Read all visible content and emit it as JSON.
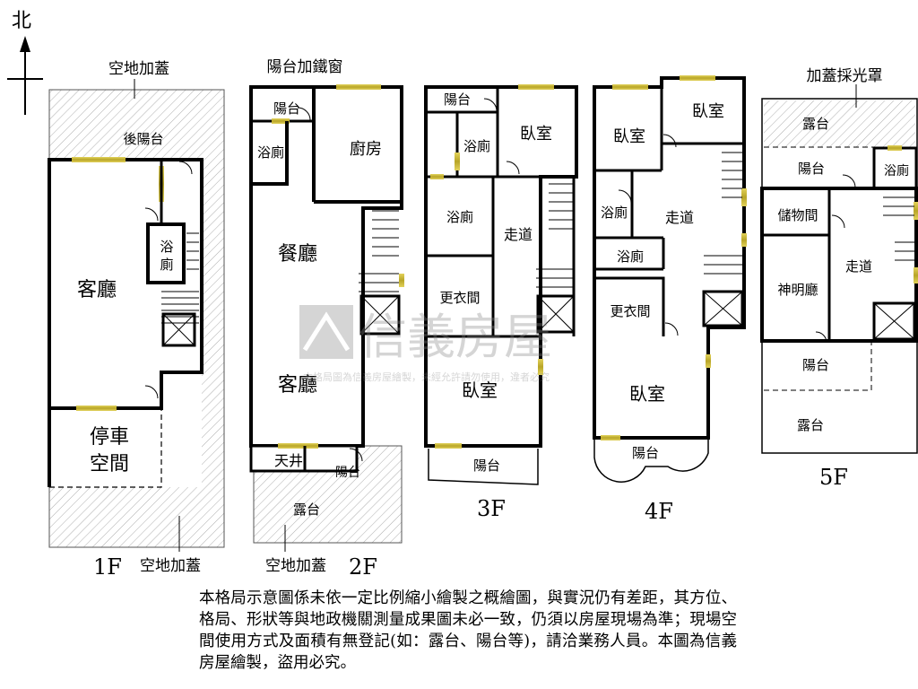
{
  "compass": {
    "label": "北"
  },
  "floors": {
    "f1": {
      "label": "1F",
      "rooms": {
        "rear_balcony": "後陽台",
        "living": "客廳",
        "bath_a": "浴",
        "bath_b": "廁",
        "parking_a": "停車",
        "parking_b": "空間"
      },
      "notes": {
        "top": "空地加蓋",
        "bottom": "空地加蓋"
      }
    },
    "f2": {
      "label": "2F",
      "rooms": {
        "balcony": "陽台",
        "bath": "浴廁",
        "kitchen": "廚房",
        "dining": "餐廳",
        "living": "客廳",
        "patio": "天井",
        "balcony_front": "陽台",
        "terrace": "露台"
      },
      "notes": {
        "top": "陽台加鐵窗",
        "bottom": "空地加蓋"
      }
    },
    "f3": {
      "label": "3F",
      "rooms": {
        "balcony": "陽台",
        "bath_small": "浴廁",
        "bedroom_top": "臥室",
        "bath": "浴廁",
        "corridor": "走道",
        "dressing": "更衣間",
        "bedroom": "臥室",
        "balcony_front": "陽台"
      }
    },
    "f4": {
      "label": "4F",
      "rooms": {
        "bedroom_a": "臥室",
        "bedroom_b": "臥室",
        "bath_a": "浴廁",
        "corridor": "走道",
        "bath_b": "浴廁",
        "dressing": "更衣間",
        "bedroom": "臥室",
        "balcony": "陽台"
      }
    },
    "f5": {
      "label": "5F",
      "rooms": {
        "terrace_top": "露台",
        "balcony_top": "陽台",
        "bath": "浴廁",
        "storage": "儲物間",
        "shrine": "神明廳",
        "corridor": "走道",
        "balcony_front": "陽台",
        "terrace": "露台"
      },
      "notes": {
        "top": "加蓋採光罩"
      }
    }
  },
  "watermark": {
    "brand": "信義房屋",
    "line": "本格局圖為信義房屋繪製，未經允許請勿使用，違者必究"
  },
  "disclaimer": "本格局示意圖係未依一定比例縮小繪製之概繪圖，與實況仍有差距，其方位、格局、形狀等與地政機關測量成果圖未必一致，仍須以房屋現場為準；現場空間使用方式及面積有無登記(如：露台、陽台等)，請洽業務人員。本圖為信義房屋繪製，盜用必究。"
}
